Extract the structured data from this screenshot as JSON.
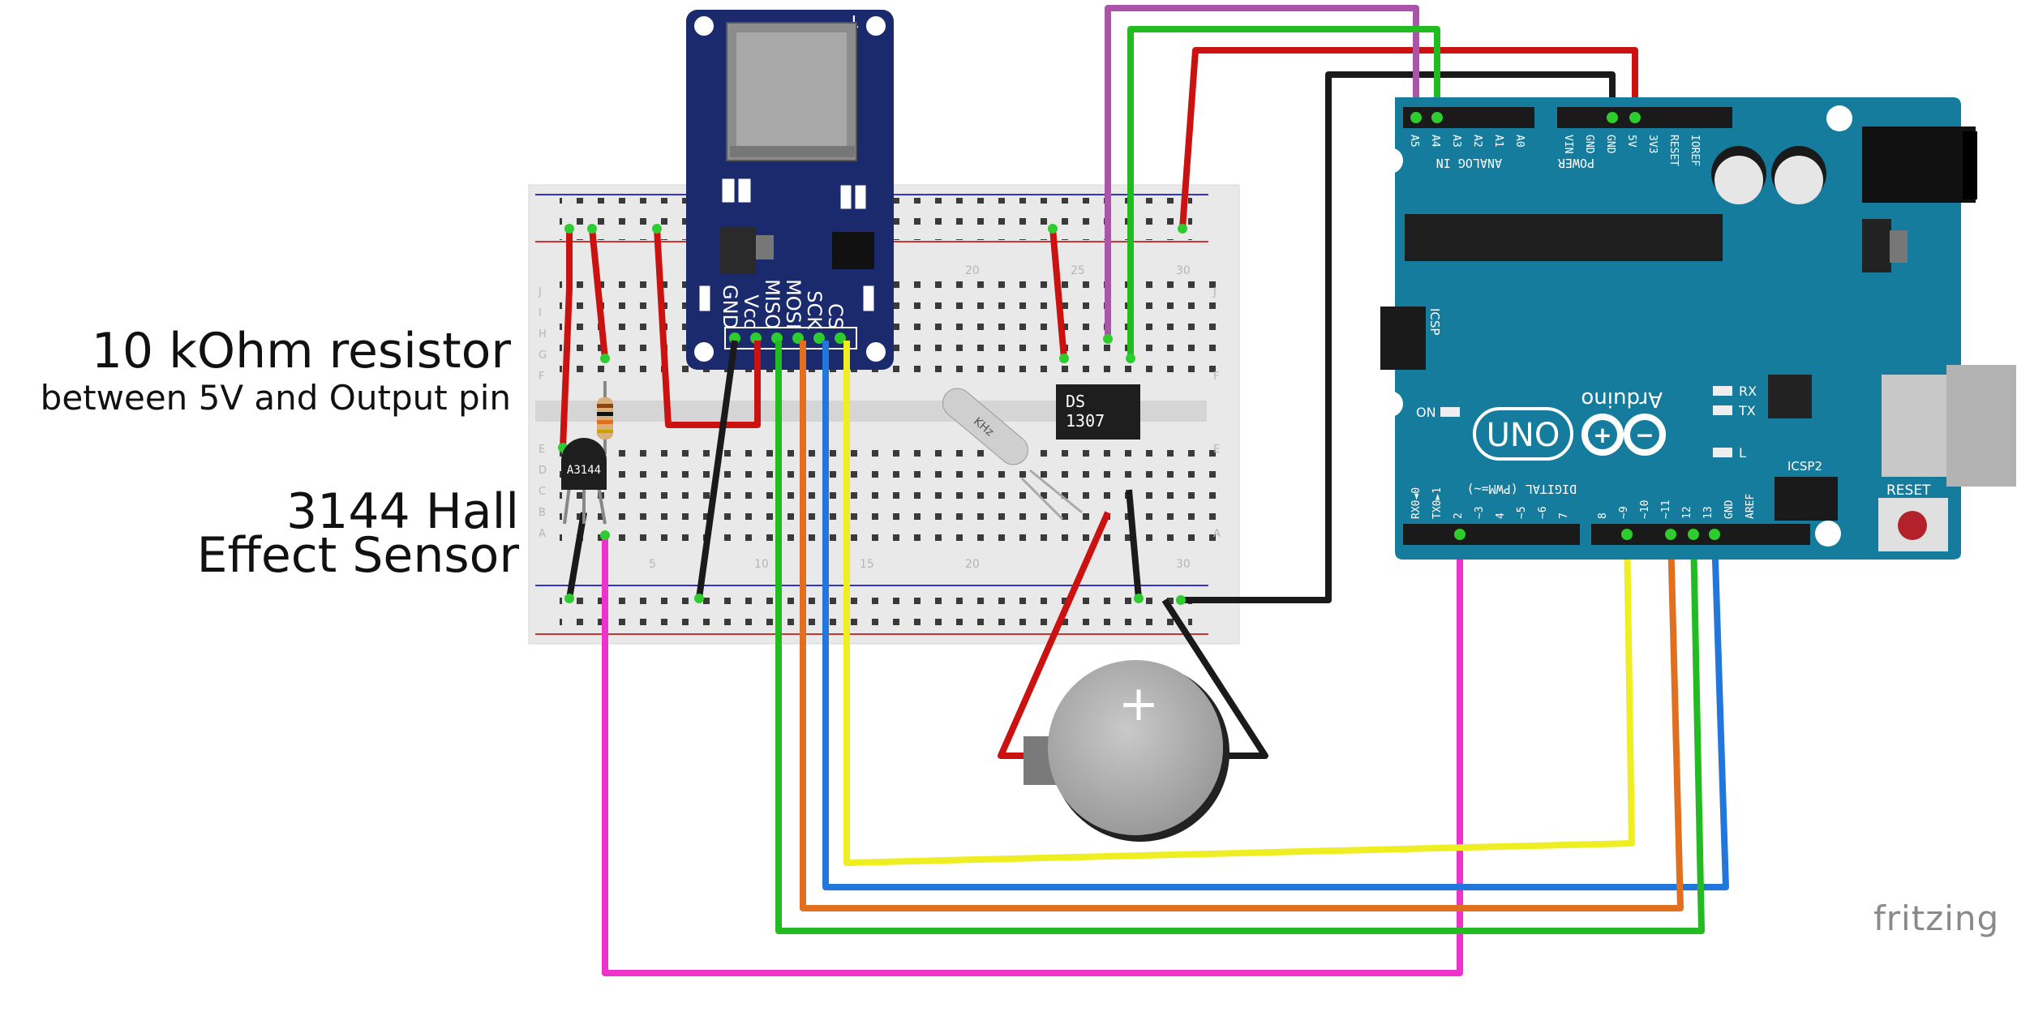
{
  "labels": {
    "resistor_title": "10 kOhm resistor",
    "resistor_note": "between 5V and Output pin",
    "sensor_line1": "3144 Hall",
    "sensor_line2": "Effect Sensor",
    "watermark": "fritzing"
  },
  "breadboard": {
    "column_numbers": [
      "5",
      "10",
      "15",
      "20",
      "25",
      "30"
    ],
    "row_letters_top": [
      "J",
      "I",
      "H",
      "G",
      "F"
    ],
    "row_letters_bottom": [
      "E",
      "D",
      "C",
      "B",
      "A"
    ]
  },
  "sd_module": {
    "pin_labels": [
      "GND",
      "Vcc",
      "MISO",
      "MOSI",
      "SCK",
      "CS"
    ]
  },
  "rtc_chip": {
    "label_line1": "DS",
    "label_line2": "1307",
    "crystal_label": "KHz"
  },
  "hall_sensor": {
    "label": "A3144"
  },
  "arduino": {
    "brand": "Arduino",
    "model": "UNO",
    "analog_section": "ANALOG IN",
    "analog_pins": [
      "A5",
      "A4",
      "A3",
      "A2",
      "A1",
      "A0"
    ],
    "power_section": "POWER",
    "power_pins": [
      "VIN",
      "GND",
      "GND",
      "5V",
      "3V3",
      "RESET",
      "IOREF"
    ],
    "digital_section": "DIGITAL (PWM=~)",
    "digital_pins": [
      "RX0◄0",
      "TX0►1",
      "2",
      "~3",
      "4",
      "~5",
      "~6",
      "7",
      "8",
      "~9",
      "~10",
      "~11",
      "12",
      "13",
      "GND",
      "AREF"
    ],
    "icsp": "ICSP",
    "icsp2": "ICSP2",
    "led_rx": "RX",
    "led_tx": "TX",
    "led_l": "L",
    "led_on": "ON",
    "reset_label": "RESET"
  },
  "colors": {
    "board_blue": "#167c9e",
    "sd_navy": "#1a2a6c",
    "wire_red": "#cc1111",
    "wire_black": "#1a1a1a",
    "wire_green": "#22bb22",
    "wire_purple": "#aa55aa",
    "wire_magenta": "#ee33cc",
    "wire_yellow": "#eeee22",
    "wire_orange": "#e07020",
    "wire_blue": "#2277dd"
  }
}
